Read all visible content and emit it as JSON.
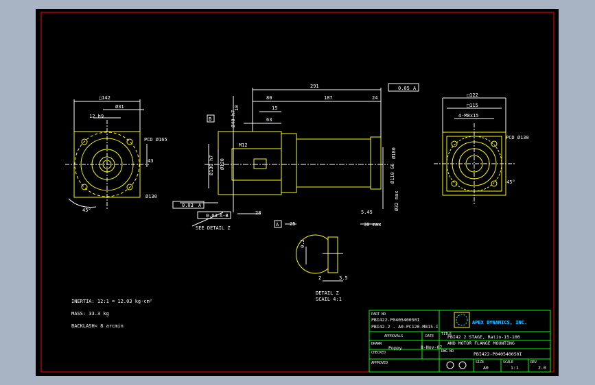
{
  "colors": {
    "canvas": "#000000",
    "background": "#a8b3c4",
    "border": "#ff0000",
    "line": "#ffff00",
    "dim": "#ffffff",
    "table": "#00ff00",
    "accent": "#00ffff"
  },
  "front_view": {
    "dims": [
      "□142",
      "Ø31",
      "12 h9",
      "PCD Ø165",
      "43",
      "Ø130",
      "45°"
    ]
  },
  "side_view": {
    "dims": [
      "291",
      "80",
      "187",
      "24",
      "15",
      "63",
      "M12",
      "Ø120",
      "Ø130 h7",
      "Ø40 h7",
      "10",
      "28",
      "25",
      "5.45",
      "Ø32 max",
      "30 max",
      "Ø110 G6",
      "Ø180"
    ],
    "tol_flatness": "0.05",
    "tol_flatness_ref": "A",
    "tol_perp": "0.03",
    "tol_perp_ref": "A",
    "tol_runout": "0.03",
    "tol_runout_ref": "A-B",
    "datum_a": "A",
    "datum_b": "B",
    "see_detail": "SEE DETAIL Z"
  },
  "right_view": {
    "dims": [
      "□122",
      "□115",
      "4-M8x15",
      "PCD Ø130",
      "45°"
    ]
  },
  "detail": {
    "dims": [
      "0.2",
      "2",
      "3.5"
    ],
    "title": "DETAIL Z",
    "scale": "SCAIL 4:1"
  },
  "notes": {
    "inertia": "INERTIA: 12:1 = 12.03 kg·cm²",
    "mass": "MASS: 33.3 kg",
    "backlash": "BACKLASH< 8 arcmin"
  },
  "title_block": {
    "part_no_label": "PART NO",
    "part_no_1": "PBI422-P040540050I",
    "part_no_2": "PBI42-2 . A0-PC120-M815-I",
    "company": "APEX DYNAMICS, INC.",
    "title_label": "TITLE",
    "title_line1": "PBI42 2 STAGE, Ratio-15-100",
    "title_line2": "AND MOTOR FLANGE MOUNTING",
    "approvals_label": "APPROVALS",
    "date_label": "DATE",
    "drawn_label": "DRAWN",
    "drawn_by": "Poppy",
    "drawn_date": "8-Nov-07",
    "checked_label": "CHECKED",
    "dwg_no_label": "DWG NO",
    "dwg_no": "PBI422-P040540050I",
    "approved_label": "APPROVED",
    "size_label": "SIZE",
    "size": "A0",
    "scale_label": "SCALE",
    "scale": "1:1",
    "rev_label": "REV",
    "rev": "2.0"
  }
}
